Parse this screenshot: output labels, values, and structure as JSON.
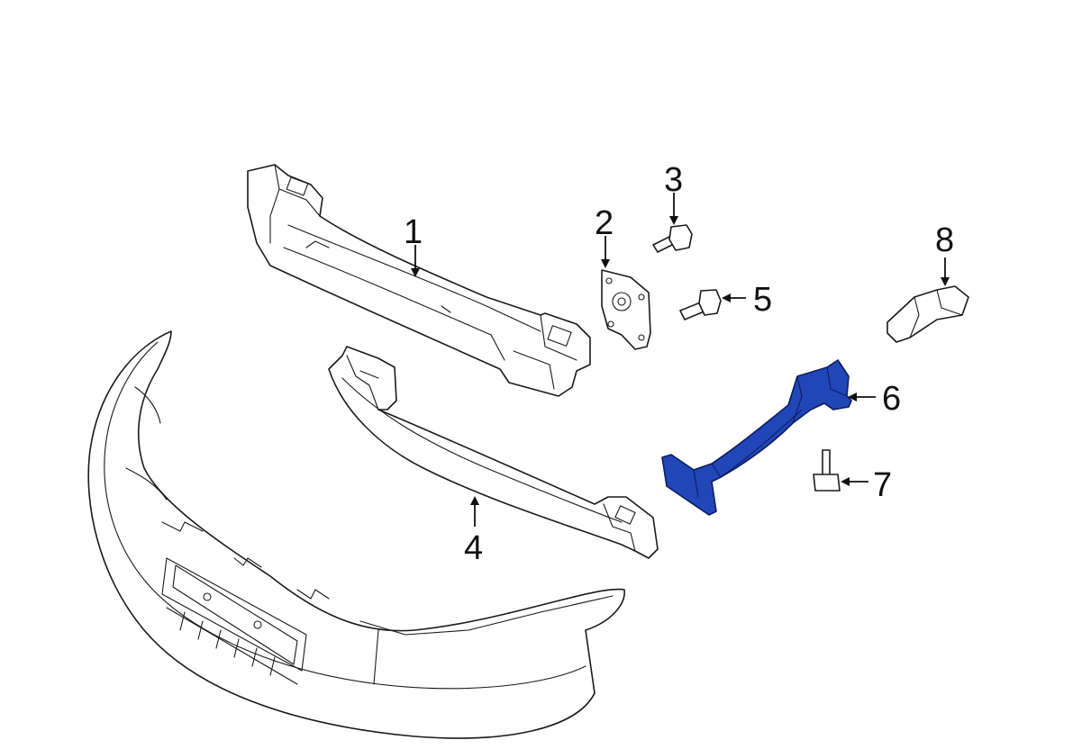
{
  "diagram": {
    "highlight_color": "#2146b8",
    "callouts": [
      {
        "id": "1",
        "label": "1",
        "part": "reinforcement-bar"
      },
      {
        "id": "2",
        "label": "2",
        "part": "mounting-bracket-plate"
      },
      {
        "id": "3",
        "label": "3",
        "part": "bolt-upper"
      },
      {
        "id": "4",
        "label": "4",
        "part": "lower-absorber"
      },
      {
        "id": "5",
        "label": "5",
        "part": "bolt-middle"
      },
      {
        "id": "6",
        "label": "6",
        "part": "side-bracket-highlighted"
      },
      {
        "id": "7",
        "label": "7",
        "part": "bolt-lower"
      },
      {
        "id": "8",
        "label": "8",
        "part": "retainer-clip"
      }
    ]
  }
}
